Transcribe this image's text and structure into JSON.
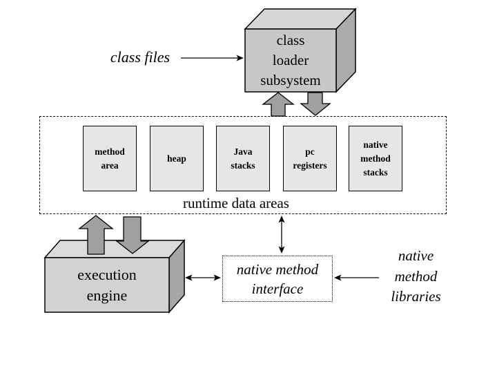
{
  "palette": {
    "background": "#ffffff",
    "line": "#000000",
    "box_fill": "#e6e6e6",
    "cube_front": "#c8c8c8",
    "cube_top": "#d6d6d6",
    "cube_side": "#ababab",
    "engine_front": "#d2d2d2",
    "engine_top": "#dcdcdc",
    "engine_side": "#a6a6a6",
    "arrow_fill": "#a0a0a0"
  },
  "labels": {
    "class_files": "class files",
    "class_loader": "class\nloader\nsubsystem",
    "runtime_area": "runtime data areas",
    "boxes": [
      "method\narea",
      "heap",
      "Java\nstacks",
      "pc\nregisters",
      "native\nmethod\nstacks"
    ],
    "execution_engine": "execution\nengine",
    "native_interface": "native method\ninterface",
    "native_libraries": "native\nmethod\nlibraries"
  }
}
